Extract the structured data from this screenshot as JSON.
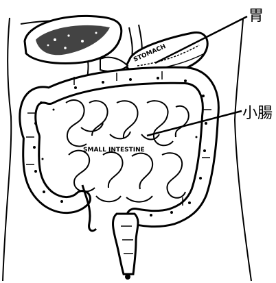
{
  "labels": {
    "stomach_cn": "胃",
    "small_intestine_cn": "小腸",
    "stomach_en": "STOMACH",
    "small_intestine_en": "SMALL INTESTINE"
  },
  "colors": {
    "ink": "#000000",
    "background": "#ffffff"
  }
}
